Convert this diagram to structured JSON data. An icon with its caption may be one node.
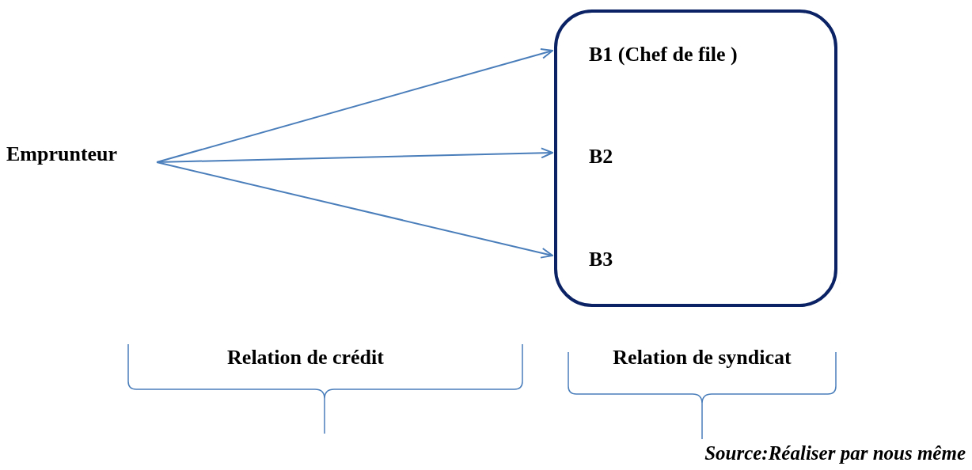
{
  "diagram": {
    "caption": "Source:Réaliser par nous même",
    "nodes": [
      {
        "text": [
          "Emprunteur"
        ]
      },
      {
        "text": [],
        "shape": "box"
      },
      {
        "text": [
          "B1 (Chef de file )"
        ],
        "in": 1
      },
      {
        "text": [
          "B2"
        ],
        "in": 1
      },
      {
        "text": [
          "B3"
        ],
        "in": 1
      }
    ],
    "edges": [
      {
        "from": 0,
        "to": 2,
        "arrow": "to"
      },
      {
        "from": 0,
        "to": 3,
        "arrow": "to"
      },
      {
        "from": 0,
        "to": 4,
        "arrow": "to"
      }
    ],
    "labels": [
      "Relation de crédit",
      "Relation de syndicat"
    ]
  }
}
